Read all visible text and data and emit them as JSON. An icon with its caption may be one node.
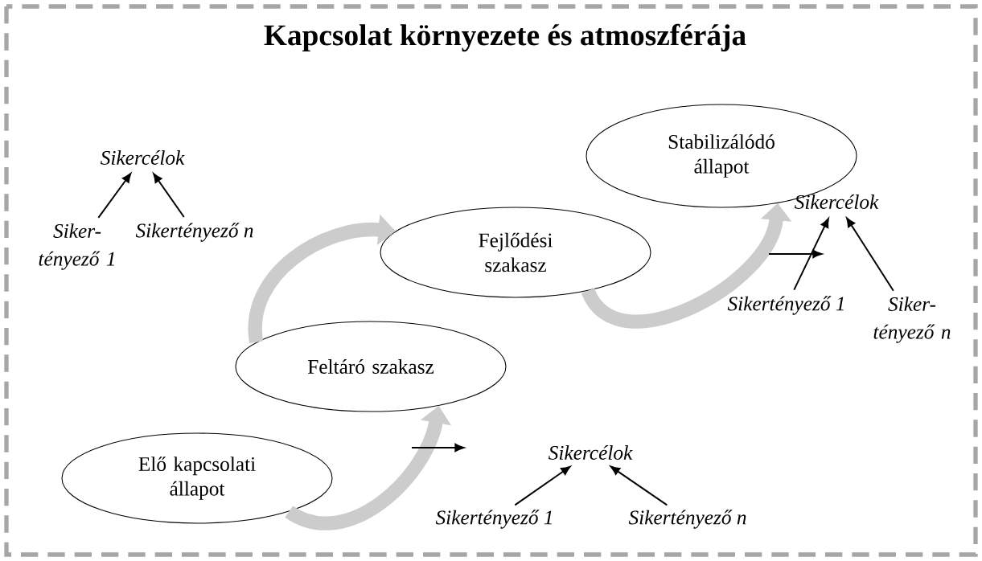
{
  "diagram": {
    "title": "Kapcsolat környezete és atmoszférája",
    "nodes": [
      {
        "text": [
          "Stabilizálódó állapot"
        ]
      },
      {
        "text": [
          "Fejlődési szakasz"
        ]
      },
      {
        "text": [
          "Feltáró szakasz"
        ]
      },
      {
        "text": [
          "Elő kapcsolati állapot"
        ]
      },
      {
        "text": [
          "Sikercélok"
        ]
      },
      {
        "text": [
          "Siker- tényező 1"
        ]
      },
      {
        "text": [
          "Sikertényező n"
        ]
      },
      {
        "text": [
          "Sikercélok"
        ]
      },
      {
        "text": [
          "Sikertényező 1"
        ]
      },
      {
        "text": [
          "Siker- tényező n"
        ]
      },
      {
        "text": [
          "Sikercélok"
        ]
      },
      {
        "text": [
          "Sikertényező 1"
        ]
      },
      {
        "text": [
          "Sikertényező n"
        ]
      }
    ],
    "edges": [
      {
        "from": 3,
        "to": 2,
        "arrow": "to",
        "style": "thick",
        "color": "#cccccc"
      },
      {
        "from": 2,
        "to": 1,
        "arrow": "to",
        "style": "thick",
        "color": "#cccccc"
      },
      {
        "from": 1,
        "to": 0,
        "arrow": "to",
        "style": "thick",
        "color": "#cccccc"
      },
      {
        "from": 5,
        "to": 4,
        "arrow": "to"
      },
      {
        "from": 6,
        "to": 4,
        "arrow": "to"
      },
      {
        "from": 8,
        "to": 7,
        "arrow": "to"
      },
      {
        "from": 9,
        "to": 7,
        "arrow": "to"
      },
      {
        "from": 11,
        "to": 10,
        "arrow": "to"
      },
      {
        "from": 12,
        "to": 10,
        "arrow": "to"
      }
    ]
  }
}
